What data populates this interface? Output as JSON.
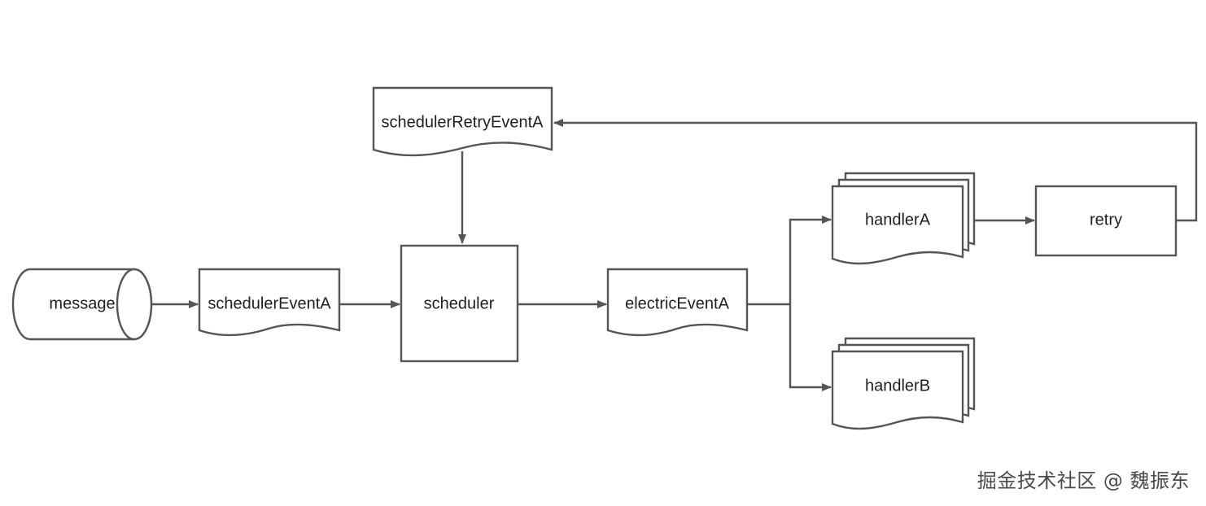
{
  "colors": {
    "stroke": "#555555",
    "fill": "#ffffff",
    "text": "#1f1f1f",
    "watermark": "#4a4a4a"
  },
  "nodes": {
    "message": "message",
    "schedulerEventA": "schedulerEventA",
    "scheduler": "scheduler",
    "electricEventA": "electricEventA",
    "handlerA": "handlerA",
    "handlerB": "handlerB",
    "retry": "retry",
    "schedulerRetryEventA": "schedulerRetryEventA"
  },
  "watermark": "掘金技术社区 @ 魏振东"
}
